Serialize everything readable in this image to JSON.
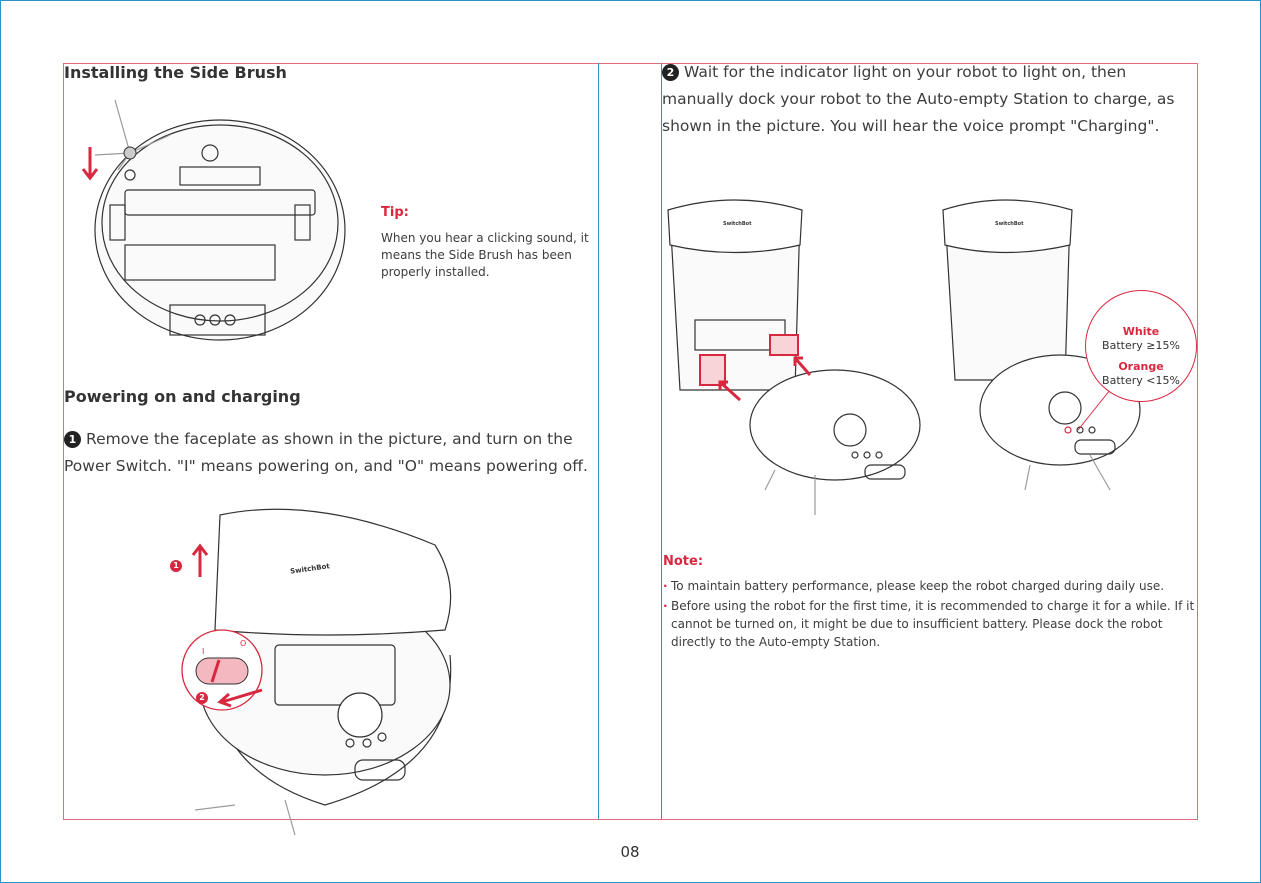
{
  "page_number": "08",
  "left": {
    "install_title": "Installing the Side Brush",
    "tip": {
      "title": "Tip:",
      "body": "When you hear a clicking sound, it means the Side Brush has been properly installed."
    },
    "power_title": "Powering on and charging",
    "step1": {
      "number": "1",
      "text": "Remove the faceplate as shown in the picture, and turn on the Power Switch. \"I\" means powering on, and \"O\" means powering off."
    },
    "faceplate_brand": "SwitchBot",
    "switch_labels": {
      "on": "I",
      "off": "O"
    },
    "marker_1": "1",
    "marker_2": "2"
  },
  "right": {
    "step2": {
      "number": "2",
      "text": "Wait for the indicator light on your robot to light on, then manually dock your robot to the Auto-empty Station to charge, as shown in the picture. You will hear the voice prompt \"Charging\"."
    },
    "station_brand": "SwitchBot",
    "callout": {
      "white_label": "White",
      "white_text": "Battery ≥15%",
      "orange_label": "Orange",
      "orange_text": "Battery <15%"
    },
    "note": {
      "title": "Note:",
      "items": [
        "To maintain battery performance, please keep the robot charged during daily use.",
        "Before using the robot for the first time, it is recommended to charge it for a while. If it cannot be turned on, it might be due to insufficient battery. Please dock the robot directly to the Auto-empty Station."
      ]
    }
  },
  "colors": {
    "accent": "#d8283f",
    "guide_red": "#e36a79",
    "guide_blue": "#2a93c7",
    "ink": "#333333"
  }
}
